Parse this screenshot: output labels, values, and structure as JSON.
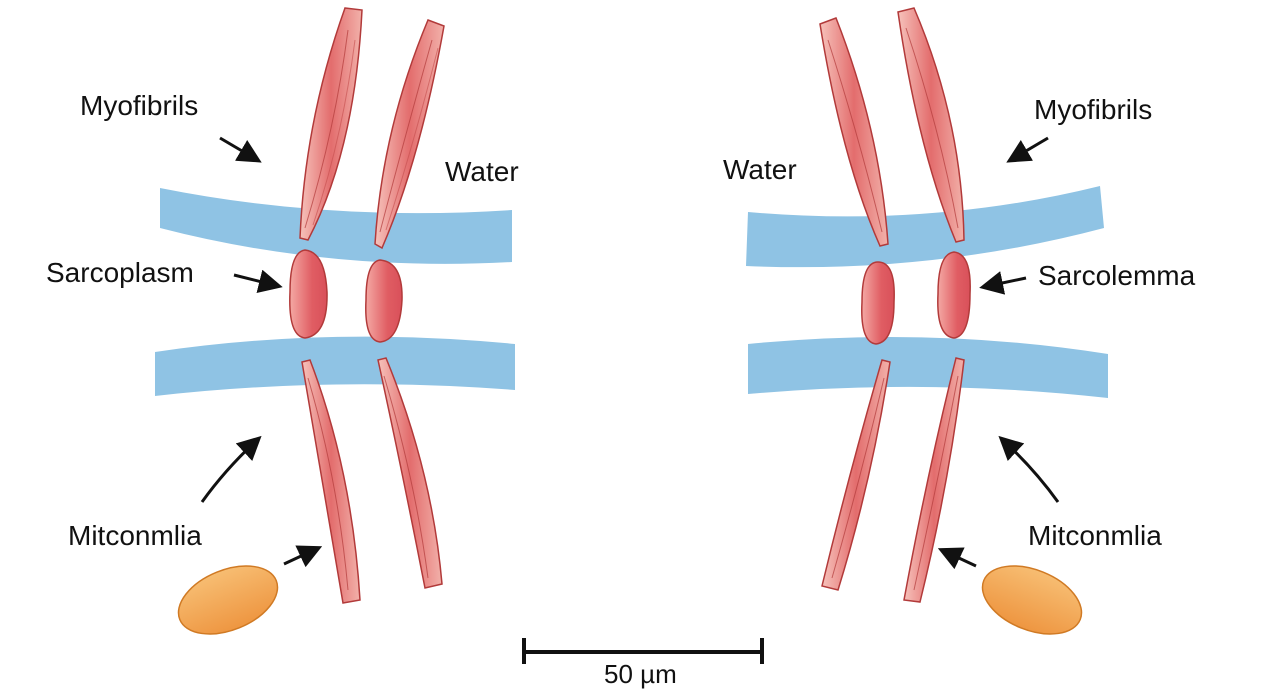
{
  "labels": {
    "left_myofibrils": "Myofibrils",
    "left_water": "Water",
    "left_sarcoplasm": "Sarcoplasm",
    "left_mitochondria": "Mitconmlia",
    "right_myofibrils": "Myofibrils",
    "right_water": "Water",
    "right_sarcolemma": "Sarcolemma",
    "right_mitochondria": "Mitconmlia",
    "scale_bar": "50 µm"
  },
  "colors": {
    "fiber_fill": "#e06a6a",
    "fiber_stroke": "#b23a3a",
    "fiber_highlight": "#f3b0a8",
    "water_band": "#8fc3e4",
    "mitochondrion_fill": "#f0a24f",
    "mitochondrion_stroke": "#d07a24",
    "arrow": "#111111"
  }
}
